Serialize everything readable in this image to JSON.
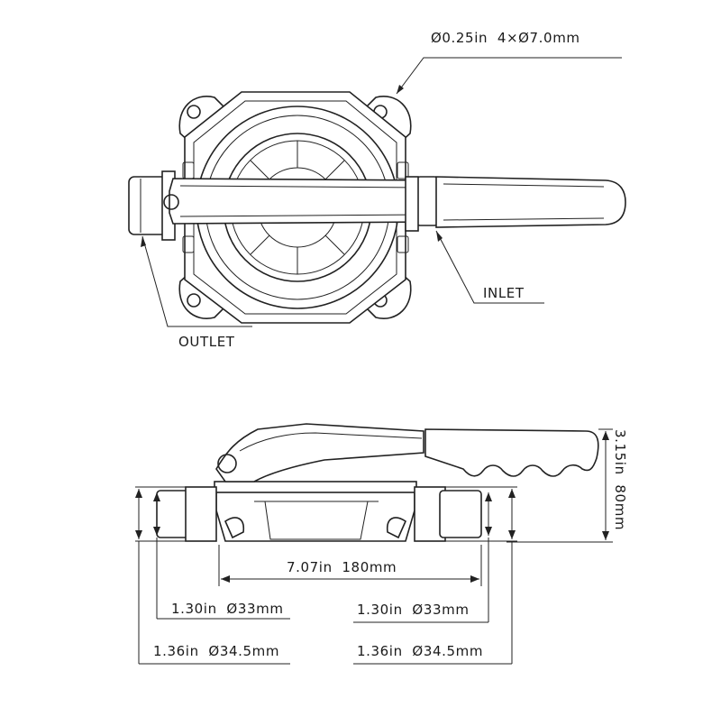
{
  "top_view": {
    "bolt_callout": "Ø0.25in  4×Ø7.0mm",
    "inlet_label": "INLET",
    "outlet_label": "OUTLET"
  },
  "side_view": {
    "height_dim": "3.15in  80mm",
    "length_dim": "7.07in  180mm",
    "left_inner_dia": "1.30in  Ø33mm",
    "right_inner_dia": "1.30in  Ø33mm",
    "left_outer_dia": "1.36in  Ø34.5mm",
    "right_outer_dia": "1.36in  Ø34.5mm"
  }
}
